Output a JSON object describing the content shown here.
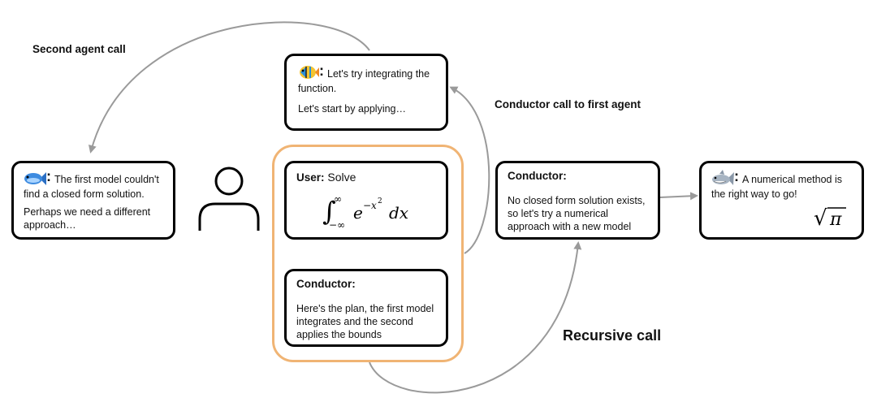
{
  "labels": {
    "second_agent_call": "Second agent call",
    "conductor_call_first_agent": "Conductor call to first agent",
    "recursive_call": "Recursive call"
  },
  "agent_top": {
    "icon": "tropical-fish-icon",
    "colon": ":",
    "line1": "Let's try integrating the function.",
    "line2": "Let's start by applying…"
  },
  "agent_left": {
    "icon": "blue-fish-icon",
    "colon": ":",
    "line1": "The first model couldn't find a closed form solution.",
    "line2": "Perhaps we need a different approach…"
  },
  "user_box": {
    "prefix": "User:",
    "text": "Solve",
    "math": {
      "symbol": "∫",
      "upper": "∞",
      "lower": "−∞",
      "integrand": "e",
      "exponent": "−x",
      "exponent_power": "2",
      "differential": "dx"
    }
  },
  "conductor_plan": {
    "title": "Conductor:",
    "text": "Here's the plan, the first model integrates and the second applies the bounds"
  },
  "conductor_right": {
    "title": "Conductor:",
    "text": "No closed form solution exists, so let's try a numerical approach with a new model"
  },
  "agent_right": {
    "icon": "shark-icon",
    "colon": ":",
    "text": "A numerical method is the right way to go!",
    "math": {
      "radical": "√",
      "symbol": "π"
    }
  },
  "colors": {
    "highlight_border": "#f0b474",
    "arrow": "#9a9a9a",
    "box_border": "#000000"
  }
}
